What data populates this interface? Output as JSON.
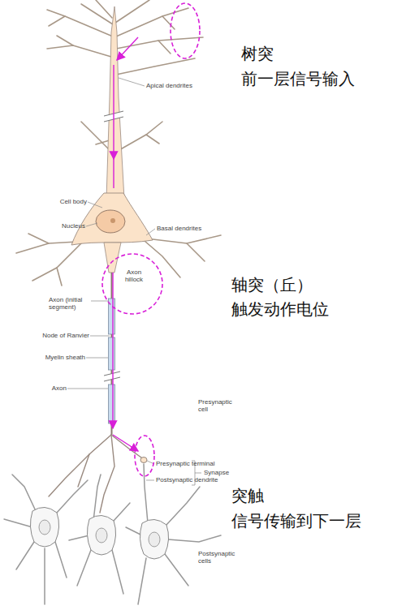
{
  "diagram": {
    "labels": [
      "树突",
      "前一层信号输入",
      "Apical dendrites",
      "Cell body",
      "Nucleus",
      "Basal dendrites",
      "Axon hillock",
      "轴突（丘）",
      "触发动作电位",
      "Axon (initial segment)",
      "Node of Ranvier",
      "Myelin sheath",
      "Axon",
      "Presynaptic cell",
      "Presynaptic terminal",
      "Synapse",
      "Postsynaptic dendrite",
      "突触",
      "信号传输到下一层",
      "Postsynaptic cells"
    ]
  }
}
